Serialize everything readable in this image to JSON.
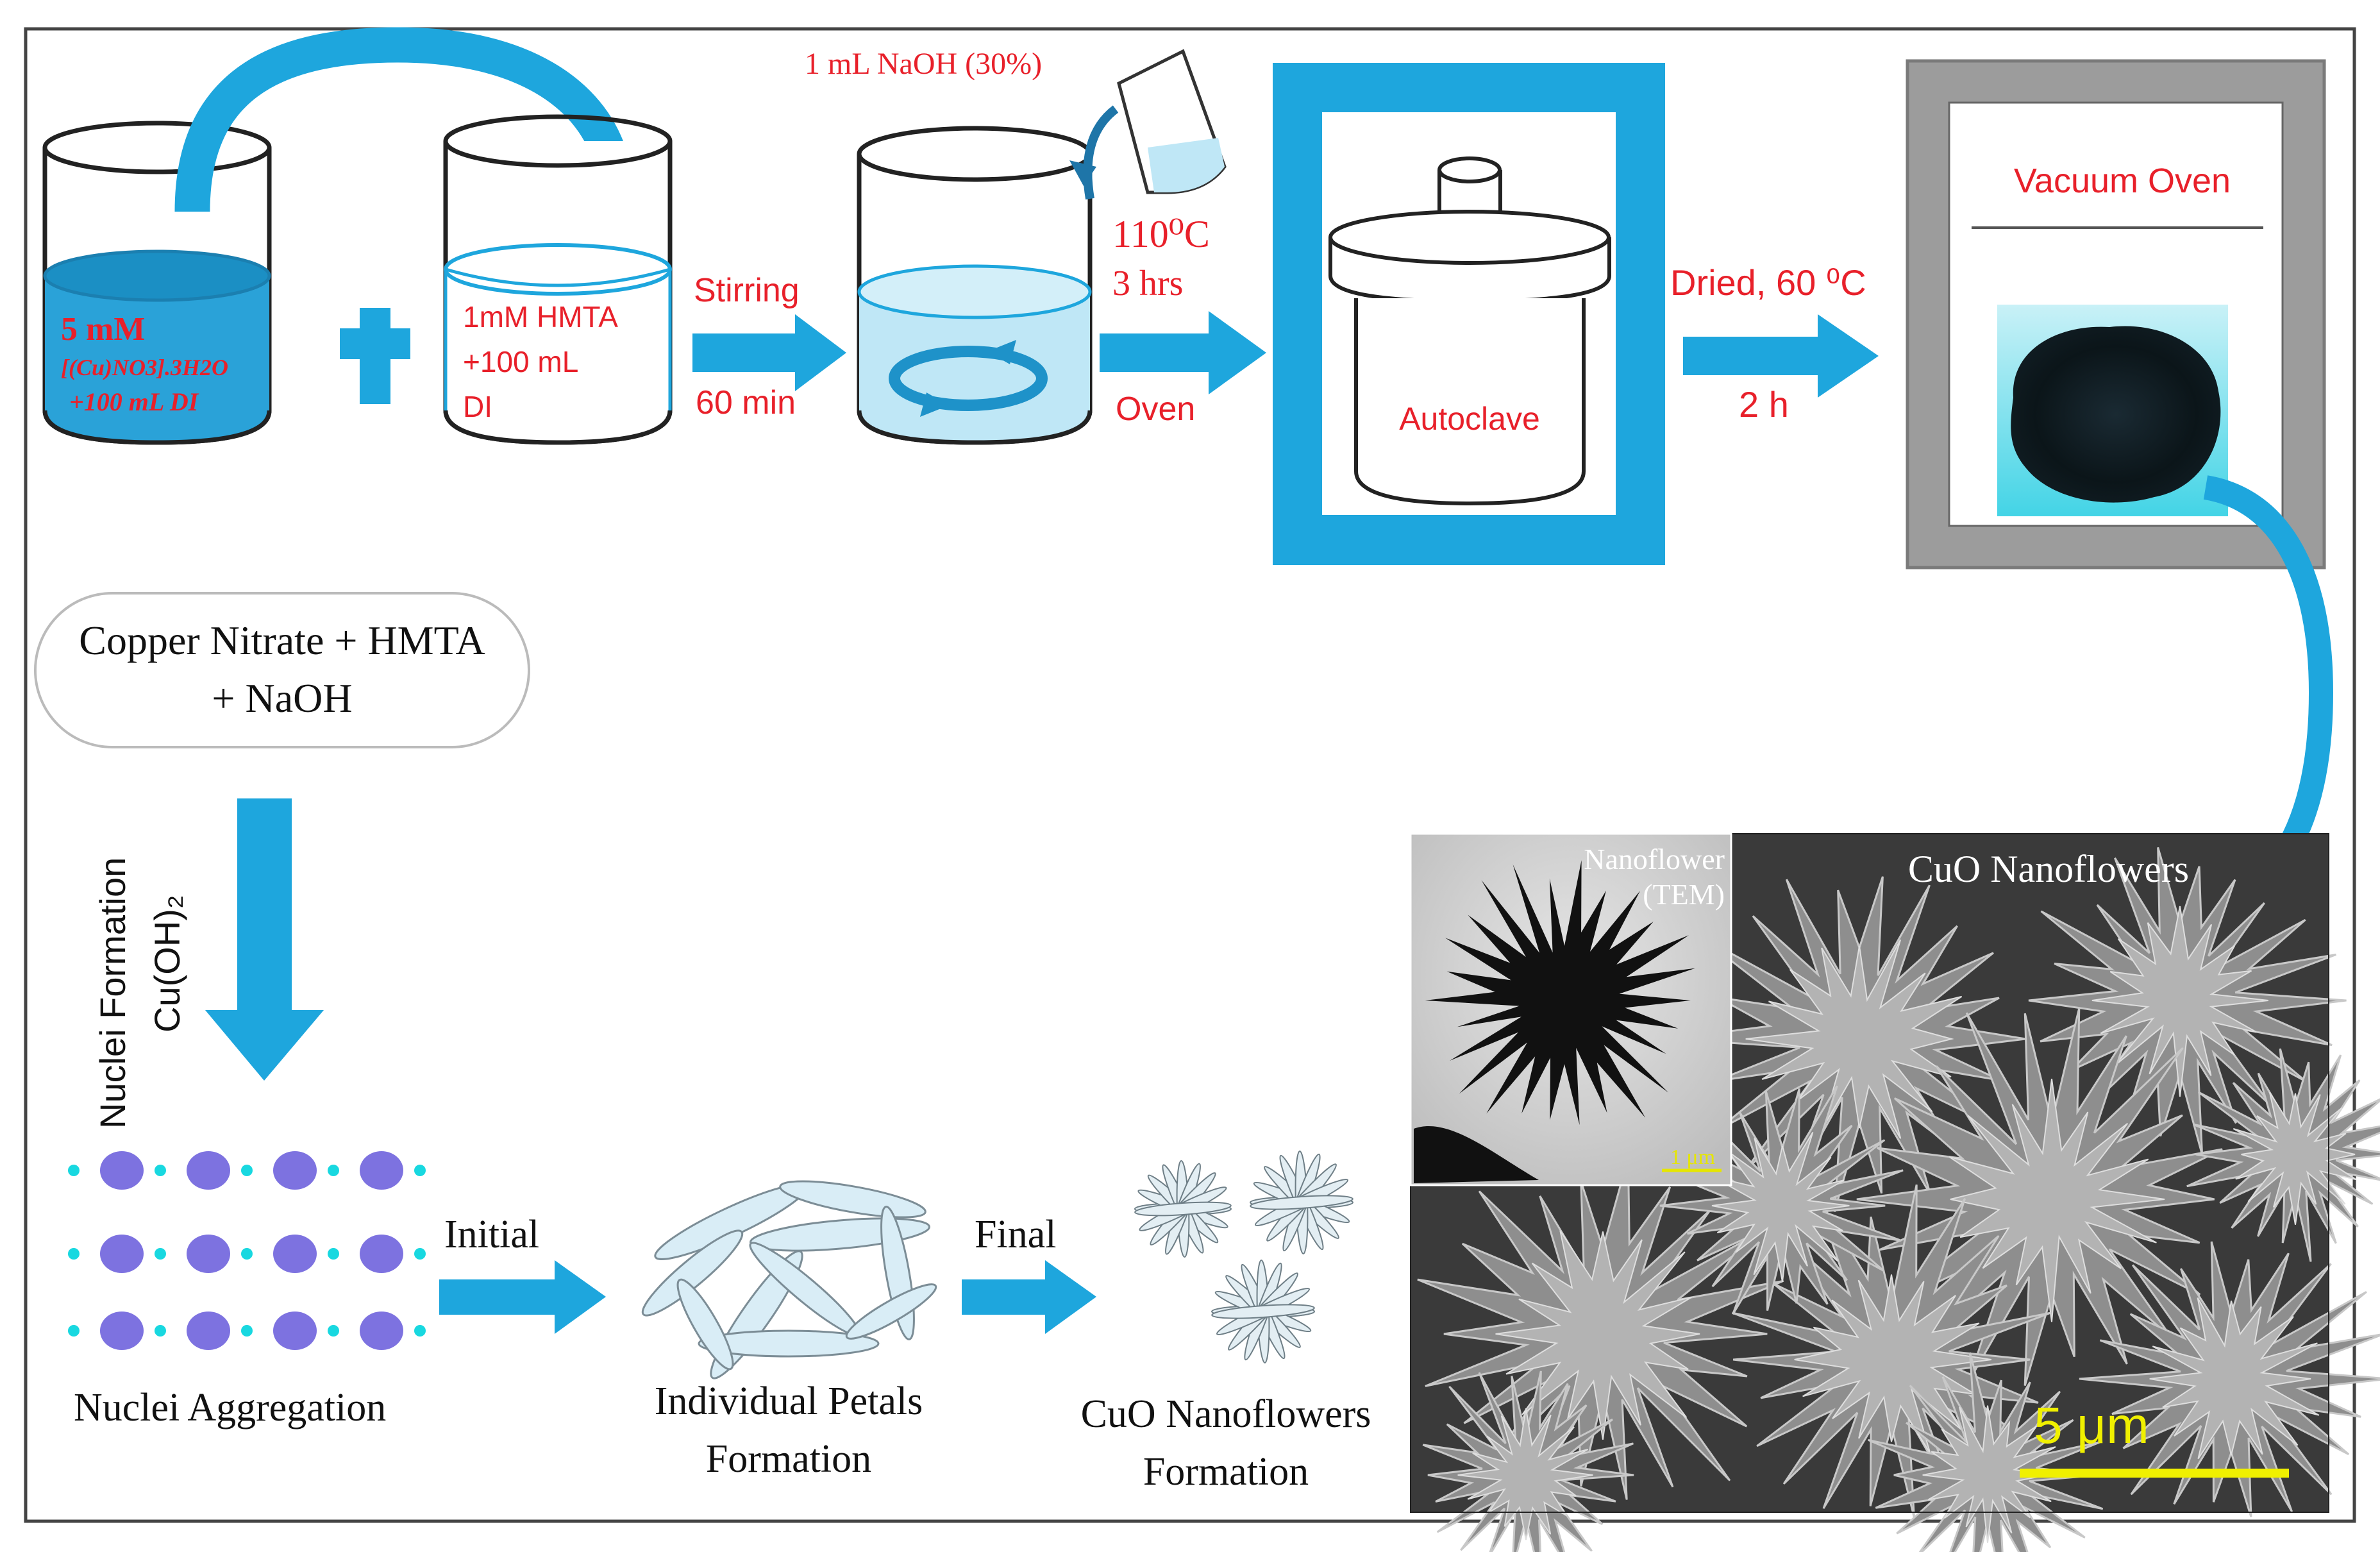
{
  "colors": {
    "accent_blue": "#1ea6dd",
    "liquid_blue": "#2aa2d8",
    "light_liquid": "#bfe7f6",
    "label_red": "#e8202a",
    "nuclei_purple": "#7d72e0",
    "nuclei_cyan": "#18d8e0",
    "petal_fill": "#d9edf6",
    "frame_gray": "#8a8a8a",
    "ink": "#111111"
  },
  "icons": {
    "plus": "plus-icon",
    "arrow": "right-arrow-icon",
    "stir": "stirring-rotation-icon"
  },
  "labels": {
    "solution1_line1": "5 mM",
    "solution1_line2": "[(Cu)NO3].3H2O",
    "solution1_line3": "+100 mL DI",
    "solution2_line1": "1mM HMTA",
    "solution2_line2": "+100 mL",
    "solution2_line3": "DI",
    "naoh": "1 mL NaOH (30%)",
    "stirring": "Stirring",
    "stirring_time": "60 min",
    "temp_110": "110⁰C",
    "hrs_3": "3 hrs",
    "oven": "Oven",
    "autoclave": "Autoclave",
    "dried": "Dried, 60 ⁰C",
    "dried_time": "2 h",
    "vacuum_oven": "Vacuum Oven"
  },
  "mechanism": {
    "reactants_line1": "Copper Nitrate + HMTA",
    "reactants_line2": "+ NaOH",
    "nuclei_formation": "Nuclei Formation",
    "cu_oh_2": "Cu(OH)₂",
    "nuclei_aggregation": "Nuclei Aggregation",
    "initial": "Initial",
    "petals_line1": "Individual Petals",
    "petals_line2": "Formation",
    "final": "Final",
    "flowers_line1": "CuO Nanoflowers",
    "flowers_line2": "Formation"
  },
  "micrograph": {
    "title": "CuO Nanoflowers",
    "inset_line1": "Nanoflower",
    "inset_line2": "(TEM)",
    "inset_scale": "1 μm",
    "scale_bar": "5 μm"
  }
}
